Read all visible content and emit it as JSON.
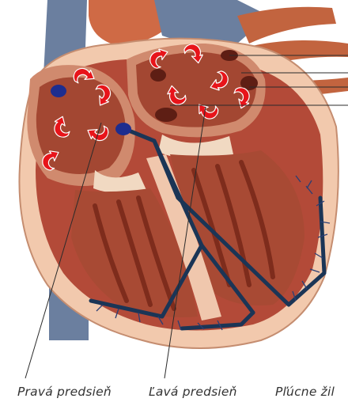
{
  "labels": {
    "right_atrium": "Pravá predsieň",
    "left_atrium": "Ľavá predsieň",
    "pulmonary_veins": "Pľúcne žil"
  },
  "colors": {
    "vein_blue": "#6b7f9f",
    "muscle": "#b34a38",
    "chamber": "#d08a6e",
    "cavity": "#a34732",
    "pericardium": "#f2c9ad",
    "conduction": "#1b3556",
    "node": "#1d2d8f",
    "arrow_fill": "#e8141a",
    "arrow_stroke": "#ffffff"
  },
  "icons": {
    "arrow": "curved-red-arrow",
    "node": "sa-node-dot"
  }
}
